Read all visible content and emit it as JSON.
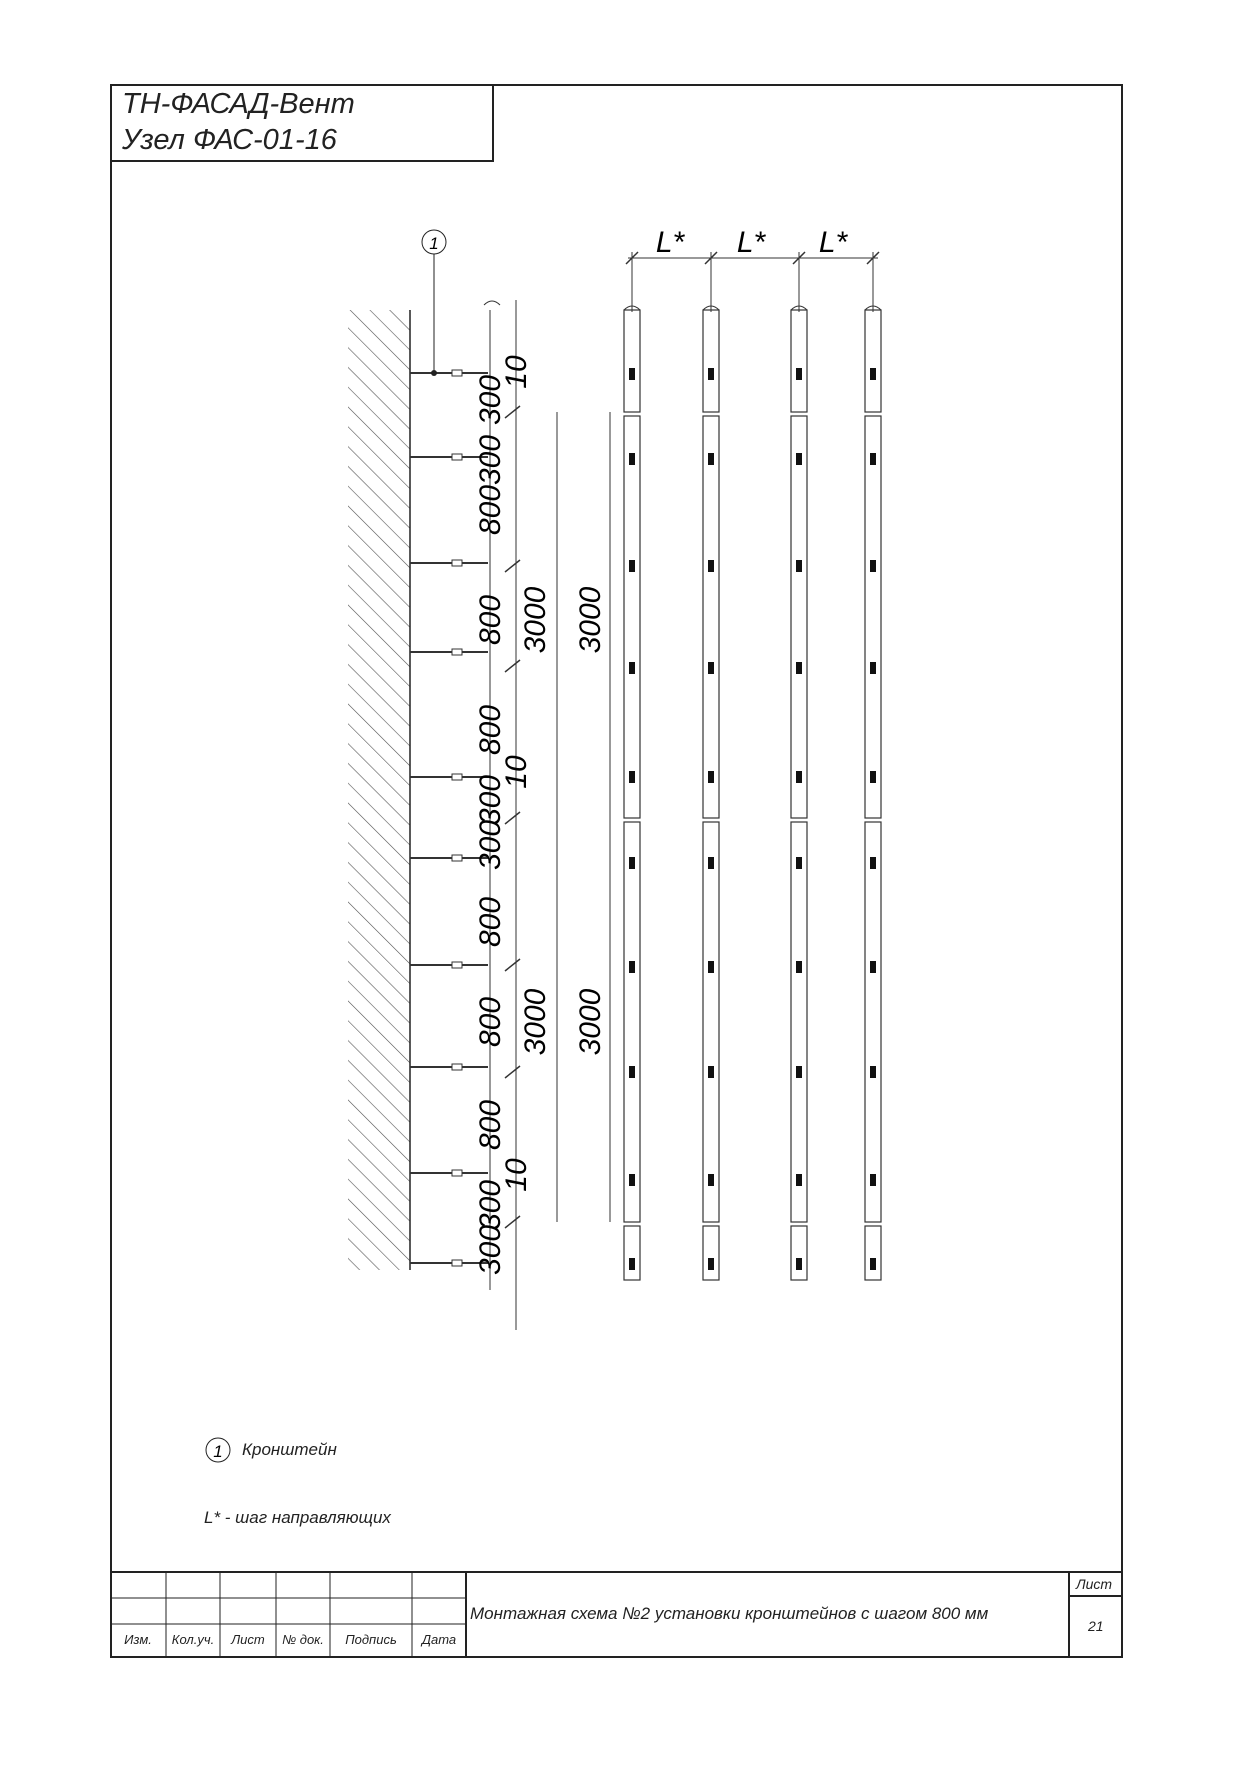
{
  "title": {
    "line1": "ТН-ФАСАД-Вент",
    "line2": "Узел ФАС-01-16"
  },
  "callout": {
    "number": "1",
    "label": "Кронштейн"
  },
  "notes": {
    "l_star": "L* - шаг направляющих"
  },
  "top_dimensions": {
    "step_label": "L*"
  },
  "left_dimensions": {
    "values": [
      "10",
      "300",
      "300",
      "800",
      "800",
      "800",
      "10",
      "300",
      "300",
      "800",
      "800",
      "800",
      "10",
      "300",
      "300"
    ],
    "long_values": [
      "3000",
      "3000"
    ]
  },
  "guide_dimensions": {
    "values": [
      "3000",
      "3000"
    ]
  },
  "stamp": {
    "columns": [
      "Изм.",
      "Кол.уч.",
      "Лист",
      "№ док.",
      "Подпись",
      "Дата"
    ],
    "title": "Монтажная схема №2 установки кронштейнов с шагом 800 мм",
    "sheet_label": "Лист",
    "sheet_number": "21"
  }
}
